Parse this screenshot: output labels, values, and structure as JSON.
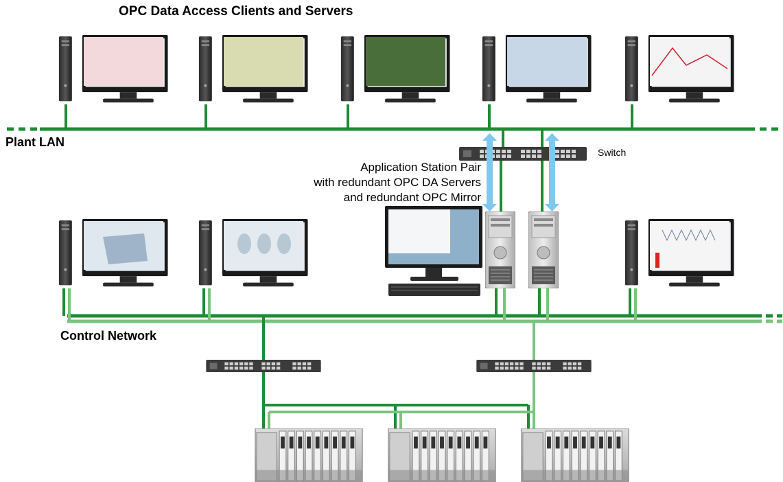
{
  "title": "OPC Data Access Clients and Servers",
  "labels": {
    "plant_lan": "Plant LAN",
    "switch": "Switch",
    "control_network": "Control Network",
    "app_station": [
      "Application Station Pair",
      "with redundant OPC DA Servers",
      "and redundant OPC Mirror"
    ]
  },
  "colors": {
    "network_primary": "#1e8c35",
    "network_secondary": "#7ac47f",
    "arrow": "#7fc8ee",
    "background": "#ffffff"
  },
  "icons": {
    "workstation": "tower-pc-with-monitor-icon",
    "server": "tower-server-icon",
    "switch": "network-switch-icon",
    "controller": "controller-rack-icon"
  }
}
